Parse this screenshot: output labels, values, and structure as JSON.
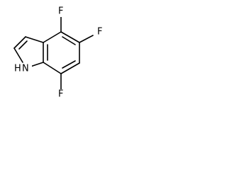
{
  "molecule": {
    "labels": {
      "f_top": "F",
      "f_right": "F",
      "f_bottom": "F",
      "nh": "H",
      "nh_n": "N"
    }
  }
}
